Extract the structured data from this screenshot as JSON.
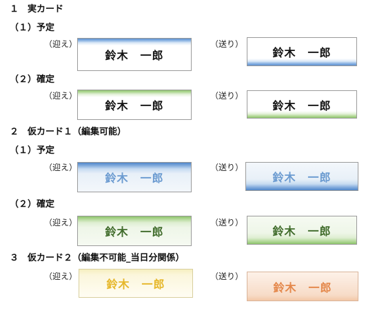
{
  "sections": {
    "s1": {
      "title": "１　実カード",
      "planned": {
        "title": "（１）予定"
      },
      "confirmed": {
        "title": "（２）確定"
      }
    },
    "s2": {
      "title": "２　仮カード１（編集可能）",
      "planned": {
        "title": "（１）予定"
      },
      "confirmed": {
        "title": "（２）確定"
      }
    },
    "s3": {
      "title": "３　仮カード２（編集不可能_当日分関係）"
    }
  },
  "labels": {
    "pickup": "（迎え）",
    "dropoff": "（送り）"
  },
  "card_name": "鈴木　一郎",
  "colors": {
    "planned_blue": "#5b8fd0",
    "confirmed_green": "#8fc56c",
    "temp1_planned_text": "#6a9ad0",
    "temp1_confirmed_text": "#3f6b2a",
    "temp2_pickup_text": "#e6b72a",
    "temp2_dropoff_text": "#e4874a"
  }
}
